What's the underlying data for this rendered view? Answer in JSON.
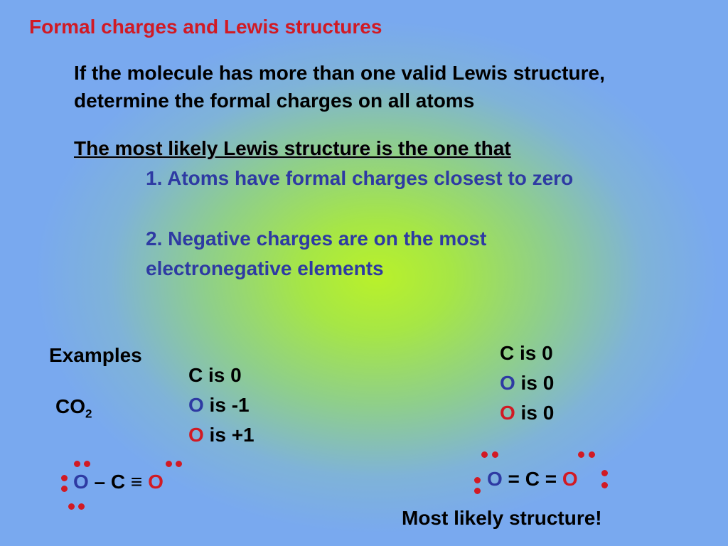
{
  "slide": {
    "title": "Formal charges and Lewis structures",
    "intro_line1": "If the molecule has more than one valid Lewis structure,",
    "intro_line2": "determine the formal charges on all atoms",
    "likely_heading": "The most likely Lewis structure is the one that",
    "rule1": "1. Atoms have formal charges closest to zero",
    "rule2_line1": "2. Negative charges are on the most",
    "rule2_line2": "electronegative elements",
    "examples_label": "Examples",
    "formula_main": "CO",
    "formula_sub": "2",
    "left_charges": {
      "c": "C is 0",
      "o_blue_atom": "O",
      "o_blue_value": " is -1",
      "o_red_atom": "O",
      "o_red_value": " is +1"
    },
    "right_charges": {
      "c": "C is 0",
      "o_blue_atom": "O",
      "o_blue_value": " is 0",
      "o_red_atom": "O",
      "o_red_value": " is 0"
    },
    "left_structure": {
      "atom1": "O",
      "bond1": " – ",
      "center": "C",
      "bond2": " ≡ ",
      "atom2": "O"
    },
    "right_structure": {
      "atom1": "O",
      "bond1": " = ",
      "center": "C",
      "bond2": " = ",
      "atom2": "O"
    },
    "verdict": "Most likely structure!"
  },
  "colors": {
    "title_red": "#d11a24",
    "rule_blue": "#2e3aa3",
    "electron_dot_red": "#d11a24"
  }
}
